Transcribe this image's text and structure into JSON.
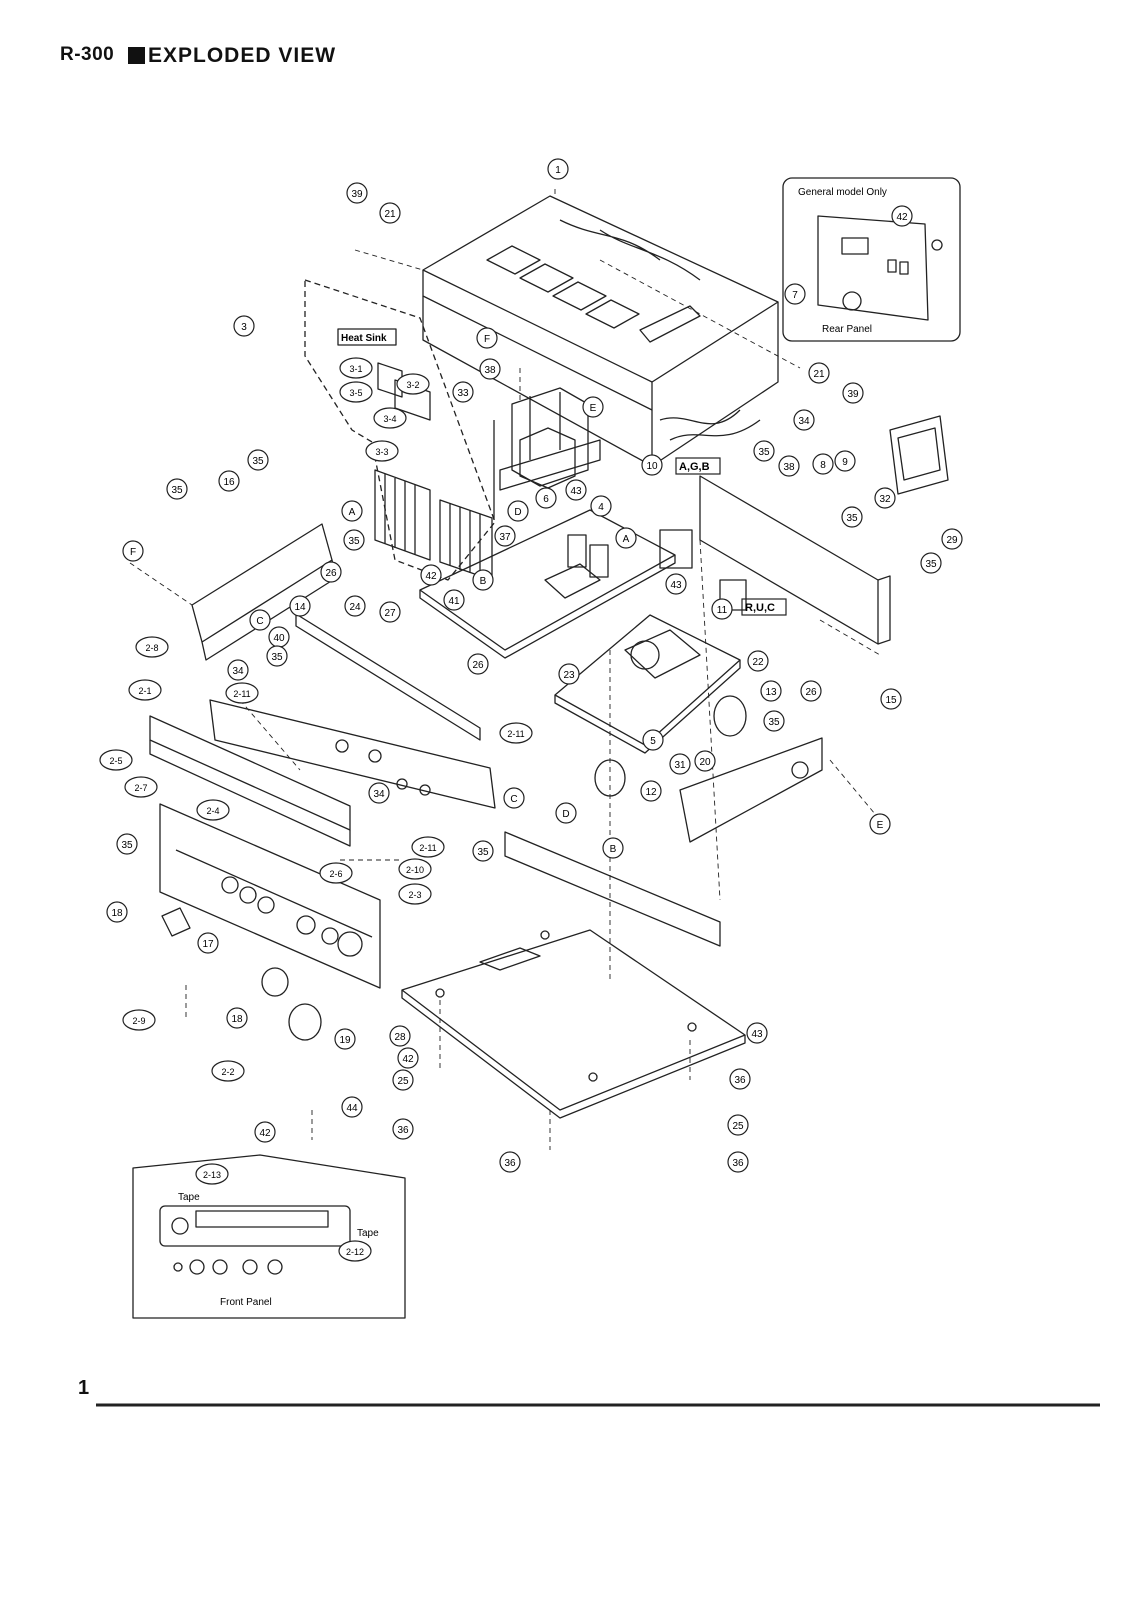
{
  "header": {
    "model": "R-300",
    "title": "EXPLODED VIEW"
  },
  "page_number": "1",
  "insets": {
    "rear": {
      "caption_top": "General model Only",
      "caption_bottom": "Rear Panel"
    },
    "front": {
      "caption_bottom": "Front Panel",
      "tape_left": "Tape",
      "tape_right": "Tape"
    }
  },
  "annotations": {
    "heat_sink": "Heat Sink",
    "box_10": "A,G,B",
    "box_11": "R,U,C"
  },
  "callouts": [
    {
      "id": "c1",
      "label": "1"
    },
    {
      "id": "c39a",
      "label": "39"
    },
    {
      "id": "c21a",
      "label": "21"
    },
    {
      "id": "c3",
      "label": "3"
    },
    {
      "id": "c3_1",
      "label": "3-1"
    },
    {
      "id": "c3_2",
      "label": "3-2"
    },
    {
      "id": "c3_5",
      "label": "3-5"
    },
    {
      "id": "c3_4",
      "label": "3-4"
    },
    {
      "id": "c3_3",
      "label": "3-3"
    },
    {
      "id": "cFa",
      "label": "F"
    },
    {
      "id": "c38a",
      "label": "38"
    },
    {
      "id": "c33",
      "label": "33"
    },
    {
      "id": "cEa",
      "label": "E"
    },
    {
      "id": "c21b",
      "label": "21"
    },
    {
      "id": "c39b",
      "label": "39"
    },
    {
      "id": "c34a",
      "label": "34"
    },
    {
      "id": "c10",
      "label": "10"
    },
    {
      "id": "c35a",
      "label": "35"
    },
    {
      "id": "c38b",
      "label": "38"
    },
    {
      "id": "c8",
      "label": "8"
    },
    {
      "id": "c9",
      "label": "9"
    },
    {
      "id": "c6",
      "label": "6"
    },
    {
      "id": "c43a",
      "label": "43"
    },
    {
      "id": "cDa",
      "label": "D"
    },
    {
      "id": "c4",
      "label": "4"
    },
    {
      "id": "cAa",
      "label": "A"
    },
    {
      "id": "c32",
      "label": "32"
    },
    {
      "id": "c35b",
      "label": "35"
    },
    {
      "id": "c29",
      "label": "29"
    },
    {
      "id": "c35c",
      "label": "35"
    },
    {
      "id": "c16",
      "label": "16"
    },
    {
      "id": "c35d",
      "label": "35"
    },
    {
      "id": "cAb",
      "label": "A"
    },
    {
      "id": "c35e",
      "label": "35"
    },
    {
      "id": "cFb",
      "label": "F"
    },
    {
      "id": "c37",
      "label": "37"
    },
    {
      "id": "c26a",
      "label": "26"
    },
    {
      "id": "c24",
      "label": "24"
    },
    {
      "id": "c42a",
      "label": "42"
    },
    {
      "id": "cBa",
      "label": "B"
    },
    {
      "id": "c43b",
      "label": "43"
    },
    {
      "id": "c35f",
      "label": "35"
    },
    {
      "id": "c11",
      "label": "11"
    },
    {
      "id": "cCa",
      "label": "C"
    },
    {
      "id": "c14",
      "label": "14"
    },
    {
      "id": "c40",
      "label": "40"
    },
    {
      "id": "c27",
      "label": "27"
    },
    {
      "id": "c41",
      "label": "41"
    },
    {
      "id": "c2_8",
      "label": "2-8"
    },
    {
      "id": "c35g",
      "label": "35"
    },
    {
      "id": "c34b",
      "label": "34"
    },
    {
      "id": "c2_11a",
      "label": "2-11"
    },
    {
      "id": "c15",
      "label": "15"
    },
    {
      "id": "c2_1",
      "label": "2-1"
    },
    {
      "id": "c26b",
      "label": "26"
    },
    {
      "id": "c23",
      "label": "23"
    },
    {
      "id": "c22",
      "label": "22"
    },
    {
      "id": "c13",
      "label": "13"
    },
    {
      "id": "c26c",
      "label": "26"
    },
    {
      "id": "c2_11b",
      "label": "2-11"
    },
    {
      "id": "c5",
      "label": "5"
    },
    {
      "id": "c35h",
      "label": "35"
    },
    {
      "id": "c2_5",
      "label": "2-5"
    },
    {
      "id": "c2_7",
      "label": "2-7"
    },
    {
      "id": "c31",
      "label": "31"
    },
    {
      "id": "c20",
      "label": "20"
    },
    {
      "id": "c34c",
      "label": "34"
    },
    {
      "id": "c12",
      "label": "12"
    },
    {
      "id": "c2_4",
      "label": "2-4"
    },
    {
      "id": "c35i",
      "label": "35"
    },
    {
      "id": "cCb",
      "label": "C"
    },
    {
      "id": "cDb",
      "label": "D"
    },
    {
      "id": "cEb",
      "label": "E"
    },
    {
      "id": "c2_11c",
      "label": "2-11"
    },
    {
      "id": "c35j",
      "label": "35"
    },
    {
      "id": "cBb",
      "label": "B"
    },
    {
      "id": "c2_6",
      "label": "2-6"
    },
    {
      "id": "c2_10",
      "label": "2-10"
    },
    {
      "id": "c2_3",
      "label": "2-3"
    },
    {
      "id": "c18a",
      "label": "18"
    },
    {
      "id": "c17",
      "label": "17"
    },
    {
      "id": "c2_9",
      "label": "2-9"
    },
    {
      "id": "c18b",
      "label": "18"
    },
    {
      "id": "c19",
      "label": "19"
    },
    {
      "id": "c28",
      "label": "28"
    },
    {
      "id": "c42b",
      "label": "42"
    },
    {
      "id": "c43c",
      "label": "43"
    },
    {
      "id": "c2_2",
      "label": "2-2"
    },
    {
      "id": "c25a",
      "label": "25"
    },
    {
      "id": "c36a",
      "label": "36"
    },
    {
      "id": "c44",
      "label": "44"
    },
    {
      "id": "c36b",
      "label": "36"
    },
    {
      "id": "c25b",
      "label": "25"
    },
    {
      "id": "c42c",
      "label": "42"
    },
    {
      "id": "c36c",
      "label": "36"
    },
    {
      "id": "c36d",
      "label": "36"
    },
    {
      "id": "c42d",
      "label": "42"
    },
    {
      "id": "c7",
      "label": "7"
    },
    {
      "id": "c2_13",
      "label": "2-13"
    },
    {
      "id": "c2_12",
      "label": "2-12"
    }
  ]
}
